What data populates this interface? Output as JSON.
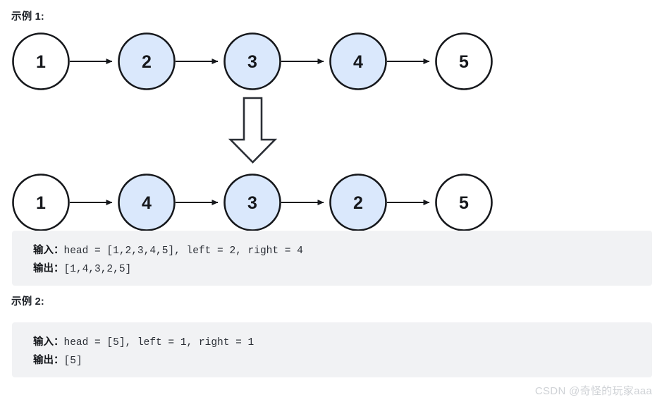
{
  "colors": {
    "node_fill_accent": "#dae8fc",
    "node_fill_plain": "#ffffff",
    "node_stroke": "#16181c",
    "code_background": "#f1f2f4",
    "text": "#1f2329",
    "watermark": "#cfd2d6"
  },
  "examples": [
    {
      "heading": "示例 1:",
      "input_label": "输入：",
      "input_value": "head = [1,2,3,4,5], left = 2, right = 4",
      "output_label": "输出：",
      "output_value": "[1,4,3,2,5]"
    },
    {
      "heading": "示例 2:",
      "input_label": "输入：",
      "input_value": "head = [5], left = 1, right = 1",
      "output_label": "输出：",
      "output_value": "[5]"
    }
  ],
  "diagram": {
    "arrow_icon": "down-block-arrow",
    "before": {
      "caption": "before-list",
      "nodes": [
        {
          "value": "1",
          "highlighted": false
        },
        {
          "value": "2",
          "highlighted": true
        },
        {
          "value": "3",
          "highlighted": true
        },
        {
          "value": "4",
          "highlighted": true
        },
        {
          "value": "5",
          "highlighted": false
        }
      ]
    },
    "after": {
      "caption": "after-list",
      "nodes": [
        {
          "value": "1",
          "highlighted": false
        },
        {
          "value": "4",
          "highlighted": true
        },
        {
          "value": "3",
          "highlighted": true
        },
        {
          "value": "2",
          "highlighted": true
        },
        {
          "value": "5",
          "highlighted": false
        }
      ]
    }
  },
  "watermark": "CSDN @奇怪的玩家aaa"
}
